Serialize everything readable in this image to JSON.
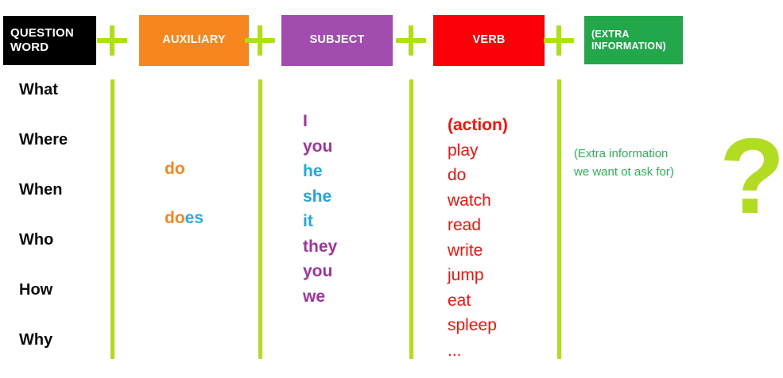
{
  "headers": [
    {
      "id": "question-word",
      "label_line1": "QUESTION",
      "label_line2": "WORD",
      "color": "#000000"
    },
    {
      "id": "auxiliary",
      "label_line1": "AUXILIARY",
      "label_line2": "",
      "color": "#F7861E"
    },
    {
      "id": "subject",
      "label_line1": "SUBJECT",
      "label_line2": "",
      "color": "#A24CB0"
    },
    {
      "id": "verb",
      "label_line1": "VERB",
      "label_line2": "",
      "color": "#FC0008"
    },
    {
      "id": "extra-information",
      "label_line1": "(EXTRA",
      "label_line2": "INFORMATION)",
      "color": "#22A74B"
    }
  ],
  "operators": {
    "plus_symbol": "+",
    "color": "#AEE019",
    "count": 4
  },
  "columns": {
    "question_words": {
      "items": [
        "What",
        "Where",
        "When",
        "Who",
        "How",
        "Why"
      ],
      "color": "#0C0C0C"
    },
    "auxiliaries": {
      "items": [
        {
          "stem": "do",
          "suffix": ""
        },
        {
          "stem": "do",
          "suffix": "es"
        }
      ],
      "stem_color": "#F7861E",
      "suffix_color": "#29ABE2"
    },
    "subjects": {
      "items": [
        {
          "text": "I",
          "color": "purple"
        },
        {
          "text": "you",
          "color": "purple"
        },
        {
          "text": "he",
          "color": "blue"
        },
        {
          "text": "she",
          "color": "blue"
        },
        {
          "text": "it",
          "color": "blue"
        },
        {
          "text": "they",
          "color": "purple"
        },
        {
          "text": "you",
          "color": "purple"
        },
        {
          "text": "we",
          "color": "purple"
        }
      ],
      "purple_hex": "#A1339E",
      "blue_hex": "#21A8E0"
    },
    "verbs": {
      "items": [
        {
          "text": "(action)",
          "bold": true
        },
        {
          "text": "play",
          "bold": false
        },
        {
          "text": "do",
          "bold": false
        },
        {
          "text": "watch",
          "bold": false
        },
        {
          "text": "read",
          "bold": false
        },
        {
          "text": "write",
          "bold": false
        },
        {
          "text": "jump",
          "bold": false
        },
        {
          "text": "eat",
          "bold": false
        },
        {
          "text": "spleep",
          "bold": false
        },
        {
          "text": "...",
          "bold": false
        }
      ],
      "color": "#FC1008"
    },
    "extra_information": {
      "note_line1": "(Extra information",
      "note_line2": "we want ot ask for)",
      "color": "#2BB457"
    }
  },
  "question_mark": {
    "symbol": "?",
    "color": "#B2DC21"
  }
}
